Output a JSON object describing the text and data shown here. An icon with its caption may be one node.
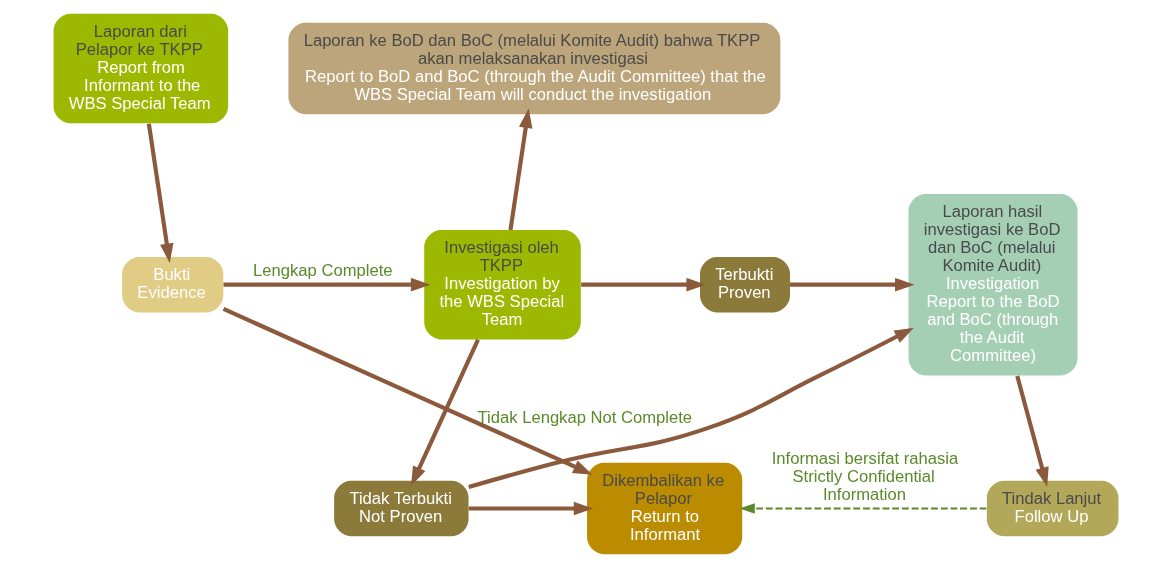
{
  "diagram": {
    "nodes": [
      {
        "text": [
          "Laporan dari Pelapor ke TKPP",
          "Report from Informant to the WBS Special Team"
        ]
      },
      {
        "text": [
          "Laporan ke BoD dan BoC (melalui Komite Audit) bahwa TKPP akan melaksanakan investigasi",
          "Report to BoD and BoC (through the Audit Committee) that the WBS Special Team will conduct the investigation"
        ]
      },
      {
        "text": [
          "Bukti",
          "Evidence"
        ]
      },
      {
        "text": [
          "Investigasi oleh TKPP",
          "Investigation by the WBS Special Team"
        ]
      },
      {
        "text": [
          "Terbukti",
          "Proven"
        ]
      },
      {
        "text": [
          "Laporan hasil investigasi ke BoD dan BoC (melalui Komite Audit)",
          "Investigation Report to the BoD and BoC (through the Audit Committee)"
        ]
      },
      {
        "text": [
          "Dikembalikan ke Pelapor",
          "Return to Informant"
        ]
      },
      {
        "text": [
          "Tidak Terbukti",
          "Not Proven"
        ]
      },
      {
        "text": [
          "Tindak Lanjut",
          "Follow Up"
        ]
      }
    ],
    "edges": [
      {
        "from": 0,
        "to": 2,
        "arrow": "to"
      },
      {
        "from": 2,
        "to": 3,
        "arrow": "to",
        "label": "Lengkap Complete"
      },
      {
        "from": 2,
        "to": 6,
        "arrow": "to",
        "label": "Tidak Lengkap Not Complete"
      },
      {
        "from": 3,
        "to": 1,
        "arrow": "to"
      },
      {
        "from": 3,
        "to": 4,
        "arrow": "to"
      },
      {
        "from": 3,
        "to": 7,
        "arrow": "to"
      },
      {
        "from": 4,
        "to": 5,
        "arrow": "to"
      },
      {
        "from": 7,
        "to": 6,
        "arrow": "to"
      },
      {
        "from": 7,
        "to": 5,
        "arrow": "to"
      },
      {
        "from": 5,
        "to": 8,
        "arrow": "to"
      },
      {
        "from": 8,
        "to": 6,
        "arrow": "to",
        "label": "Informasi bersifat rahasia Strictly Confidential Information",
        "style": "dashed",
        "color": "#5a8a2a"
      }
    ]
  }
}
